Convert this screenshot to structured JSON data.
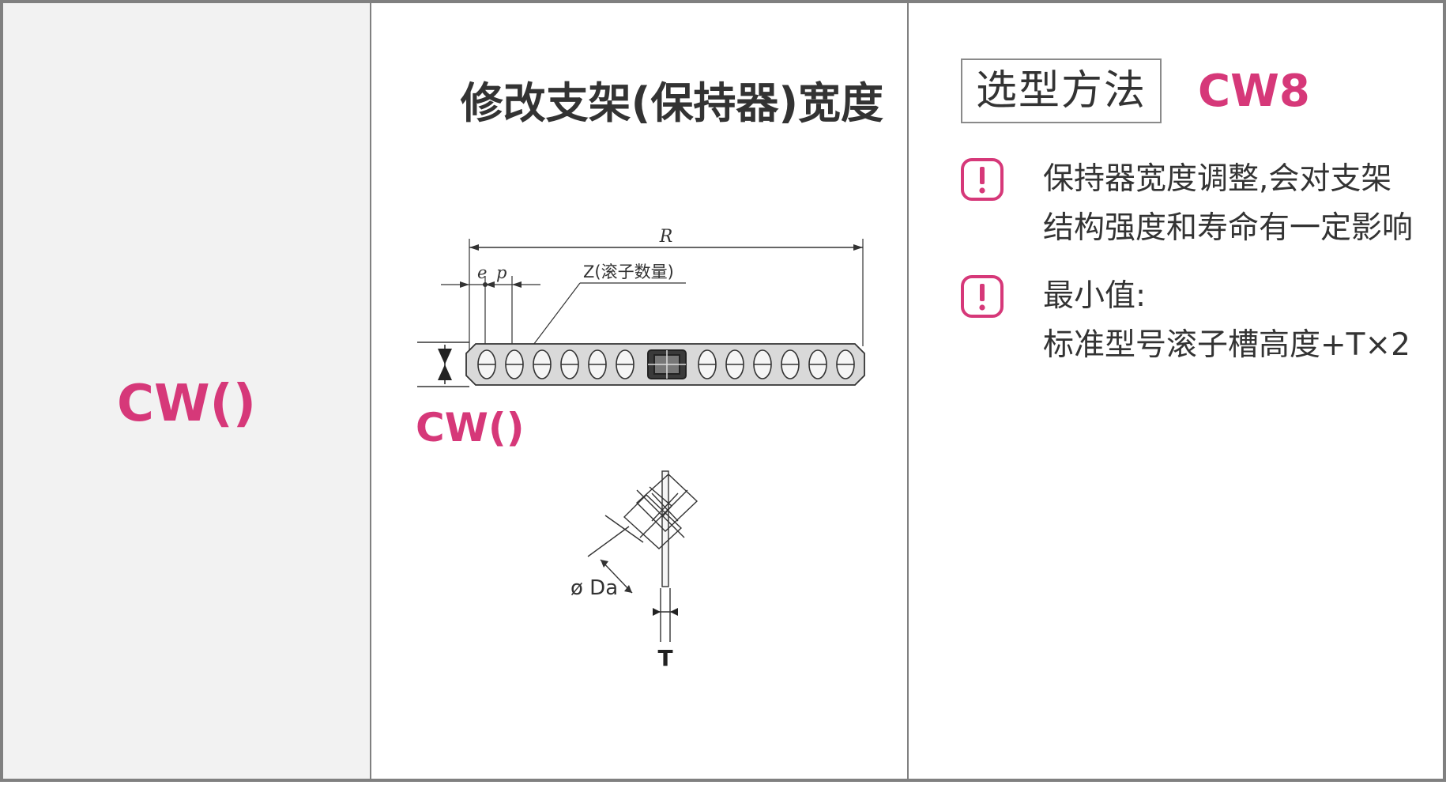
{
  "left_panel": {
    "code": "CW()"
  },
  "mid_panel": {
    "title": "修改支架(保持器)宽度",
    "code": "CW()",
    "diagram": {
      "label_r": "R",
      "label_e": "e",
      "label_p": "p",
      "label_z": "Z(滚子数量)",
      "label_da": "ø Da",
      "label_t": "T"
    }
  },
  "right_panel": {
    "method_label": "选型方法",
    "method_code": "CW8",
    "notes": [
      {
        "icon": "exclamation-icon",
        "lines": [
          "保持器宽度调整,会对支架",
          "结构强度和寿命有一定影响"
        ]
      },
      {
        "icon": "exclamation-icon",
        "lines": [
          "最小值:",
          "标准型号滚子槽高度+T×2"
        ]
      }
    ]
  },
  "colors": {
    "accent": "#d63879",
    "border": "#808080",
    "left_bg": "#f2f2f2",
    "text": "#333333"
  }
}
